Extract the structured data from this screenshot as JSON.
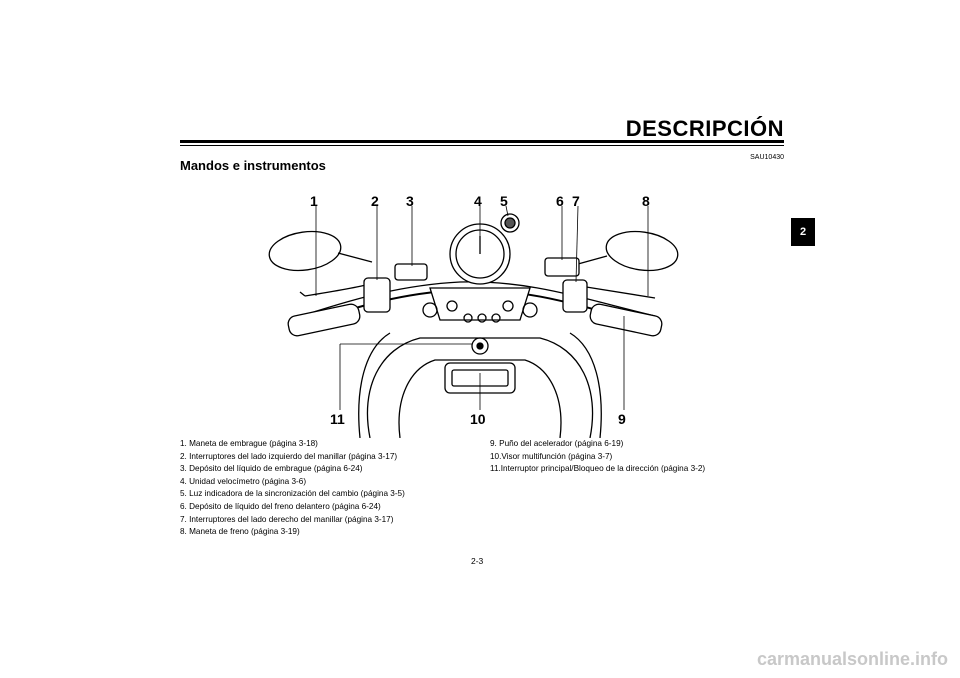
{
  "header": {
    "title": "DESCRIPCIÓN",
    "section_tab": "2",
    "ref_code": "SAU10430"
  },
  "section": {
    "heading": "Mandos e instrumentos"
  },
  "figure": {
    "callouts": [
      "1",
      "2",
      "3",
      "4",
      "5",
      "6",
      "7",
      "8",
      "9",
      "10",
      "11"
    ]
  },
  "legend": {
    "left": [
      "1.  Maneta de embrague (página 3-18)",
      "2.  Interruptores del lado izquierdo del manillar (página 3-17)",
      "3.  Depósito del líquido de embrague (página 6-24)",
      "4.  Unidad velocímetro (página 3-6)",
      "5.  Luz indicadora de la sincronización del cambio (página 3-5)",
      "6.  Depósito de líquido del freno delantero (página 6-24)",
      "7.  Interruptores del lado derecho del manillar (página 3-17)",
      "8.  Maneta de freno (página 3-19)"
    ],
    "right": [
      "9.  Puño del acelerador (página 6-19)",
      "10.Visor multifunción (página 3-7)",
      "11.Interruptor principal/Bloqueo de la dirección (página 3-2)"
    ]
  },
  "footer": {
    "page_number": "2-3",
    "watermark": "carmanualsonline.info"
  }
}
